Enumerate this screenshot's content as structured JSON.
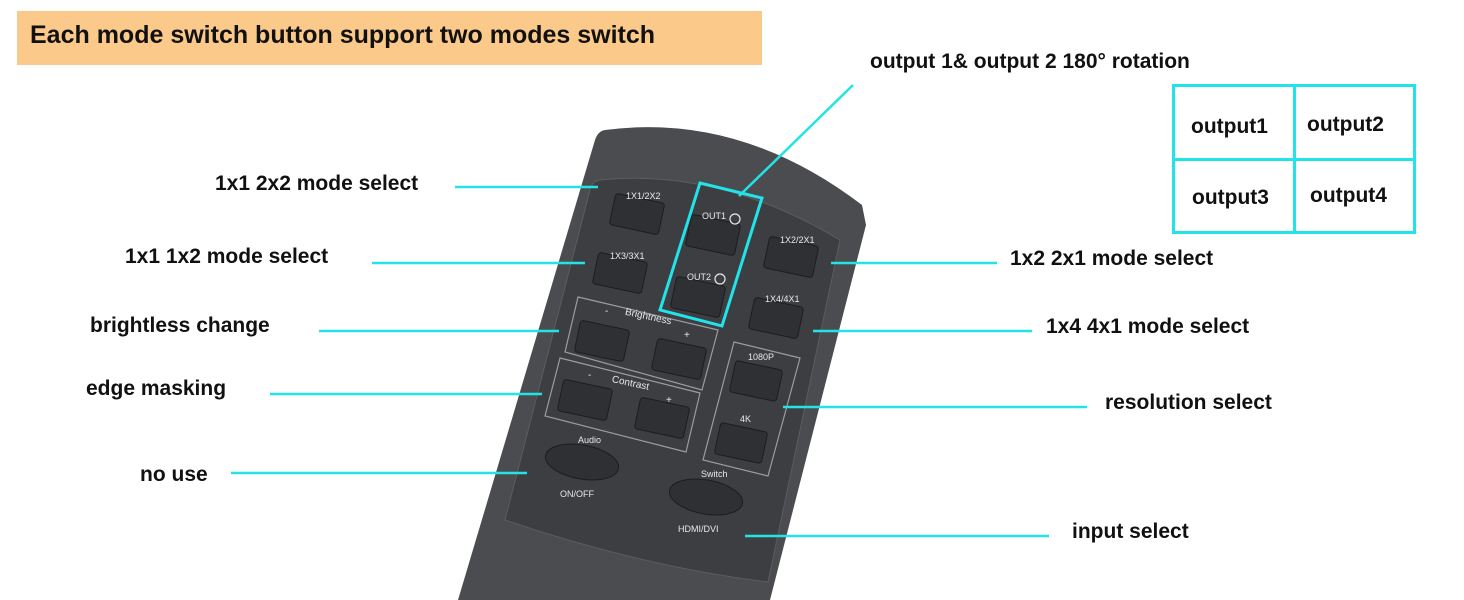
{
  "banner": {
    "text": "Each mode switch button support two modes switch"
  },
  "labels": {
    "rotation": "output 1& output 2 180° rotation",
    "mode_1x1_2x2": "1x1 2x2 mode select",
    "mode_1x1_1x2": "1x1 1x2 mode select",
    "brightness": "brightless change",
    "edge_masking": "edge masking",
    "no_use": "no use",
    "mode_1x2_2x1": "1x2 2x1 mode select",
    "mode_1x4_4x1": "1x4 4x1 mode select",
    "resolution": "resolution select",
    "input": "input select"
  },
  "output_grid": {
    "cells": [
      "output1",
      "output2",
      "output3",
      "output4"
    ]
  },
  "remote": {
    "btn_1x1_2x2": "1X1/2X2",
    "btn_1x3_3x1": "1X3/3X1",
    "btn_out1": "OUT1",
    "btn_out2": "OUT2",
    "btn_1x2_2x1": "1X2/2X1",
    "btn_1x4_4x1": "1X4/4X1",
    "brightness_minus": "-",
    "brightness_title": "Brightness",
    "brightness_plus": "+",
    "contrast_minus": "-",
    "contrast_title": "Contrast",
    "contrast_plus": "+",
    "res_1080p": "1080P",
    "res_4k": "4K",
    "audio_top": "Audio",
    "audio_bottom": "ON/OFF",
    "switch_top": "Switch",
    "switch_bottom": "HDMI/DVI"
  },
  "colors": {
    "accent_line": "#22e3e8",
    "banner_bg": "#fbc98a",
    "remote_body": "#4a4c50",
    "button": "#35373a"
  }
}
